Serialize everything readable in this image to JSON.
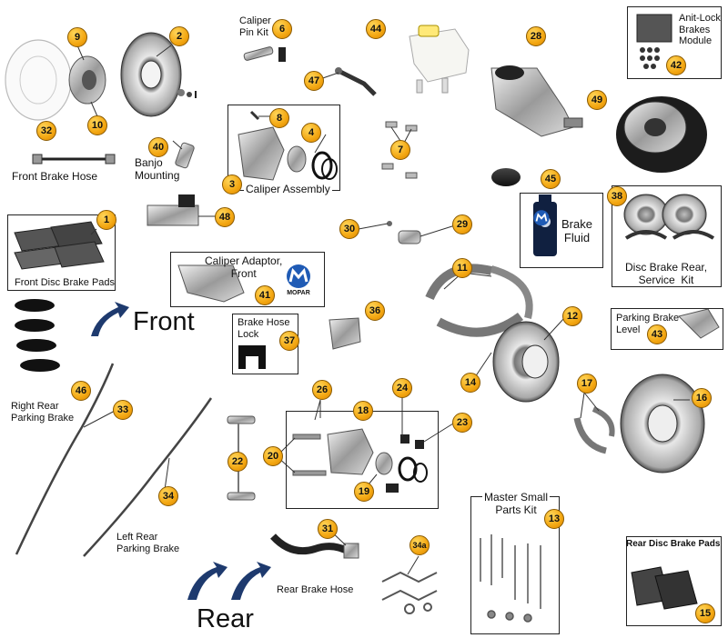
{
  "labels": {
    "front_brake_hose": "Front Brake Hose",
    "banjo_mounting": "Banjo\nMounting",
    "caliper_pin_kit": "Caliper\nPin Kit",
    "caliper_assembly": "Caliper Assembly",
    "abs_module": "Anit-Lock\nBrakes\nModule",
    "brake_fluid": "Brake\nFluid",
    "front_disc_brake_pads": "Front Disc Brake Pads",
    "caliper_adaptor_front": "Caliper Adaptor,\nFront",
    "disc_brake_rear_service_kit": "Disc Brake Rear,\nService  Kit",
    "brake_hose_lock": "Brake Hose\nLock",
    "parking_brake_level": "Parking Brake\nLevel",
    "front": "Front",
    "rear": "Rear",
    "right_rear_parking_brake": "Right Rear\nParking Brake",
    "left_rear_parking_brake": "Left Rear\nParking Brake",
    "master_small_parts_kit": "Master Small\nParts Kit",
    "rear_brake_hose": "Rear Brake Hose",
    "rear_disc_brake_pads": "Rear Disc Brake Pads",
    "mopar": "MOPAR"
  },
  "badges": [
    "9",
    "2",
    "6",
    "44",
    "28",
    "42",
    "47",
    "32",
    "8",
    "4",
    "7",
    "49",
    "40",
    "3",
    "45",
    "1",
    "38",
    "48",
    "30",
    "29",
    "41",
    "11",
    "12",
    "36",
    "37",
    "43",
    "46",
    "26",
    "18",
    "24",
    "14",
    "17",
    "16",
    "33",
    "23",
    "20",
    "22",
    "19",
    "34",
    "31",
    "34a",
    "13",
    "15"
  ]
}
